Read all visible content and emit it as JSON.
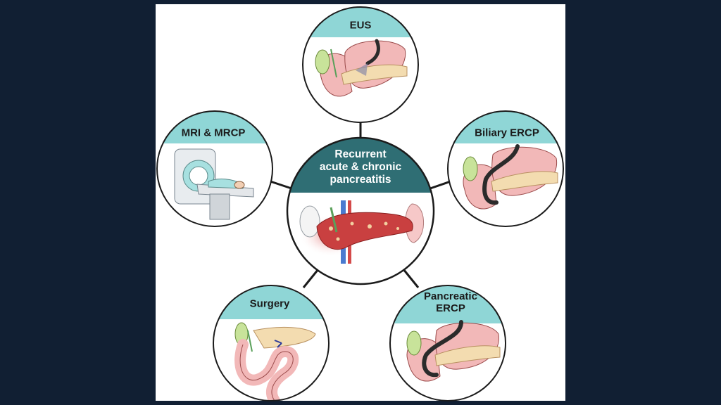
{
  "diagram": {
    "center": {
      "title_lines": [
        "Recurrent",
        "acute & chronic",
        "pancreatitis"
      ]
    },
    "nodes": [
      {
        "id": "eus",
        "lines": [
          "EUS"
        ]
      },
      {
        "id": "biliary",
        "lines": [
          "Biliary ERCP"
        ]
      },
      {
        "id": "pancreatic",
        "lines": [
          "Pancreatic",
          "ERCP"
        ]
      },
      {
        "id": "surgery",
        "lines": [
          "Surgery"
        ]
      },
      {
        "id": "mri",
        "lines": [
          "MRI & MRCP"
        ]
      }
    ],
    "colors": {
      "background": "#111f33",
      "panel": "#ffffff",
      "header_teal": "#8fd6d6",
      "center_header": "#2f6e74",
      "pancreas_inflamed": "#c94040",
      "stomach": "#f2b8b8",
      "gallbladder": "#c8e39a",
      "scope": "#2b2b2b"
    }
  }
}
